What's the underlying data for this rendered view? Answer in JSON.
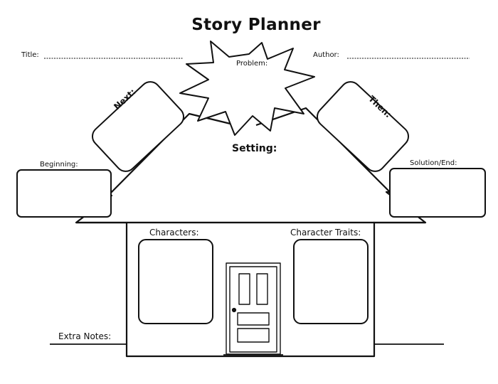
{
  "title": "Story Planner",
  "header": {
    "title_label": "Title:",
    "author_label": "Author:"
  },
  "roof": {
    "problem_label": "Problem:",
    "next_label": "Next:",
    "then_label": "Then:",
    "setting_label": "Setting:",
    "beginning_label": "Beginning:",
    "solution_label": "Solution/End:"
  },
  "house": {
    "characters_label": "Characters:",
    "traits_label": "Character Traits:",
    "extra_notes_label": "Extra Notes:"
  }
}
